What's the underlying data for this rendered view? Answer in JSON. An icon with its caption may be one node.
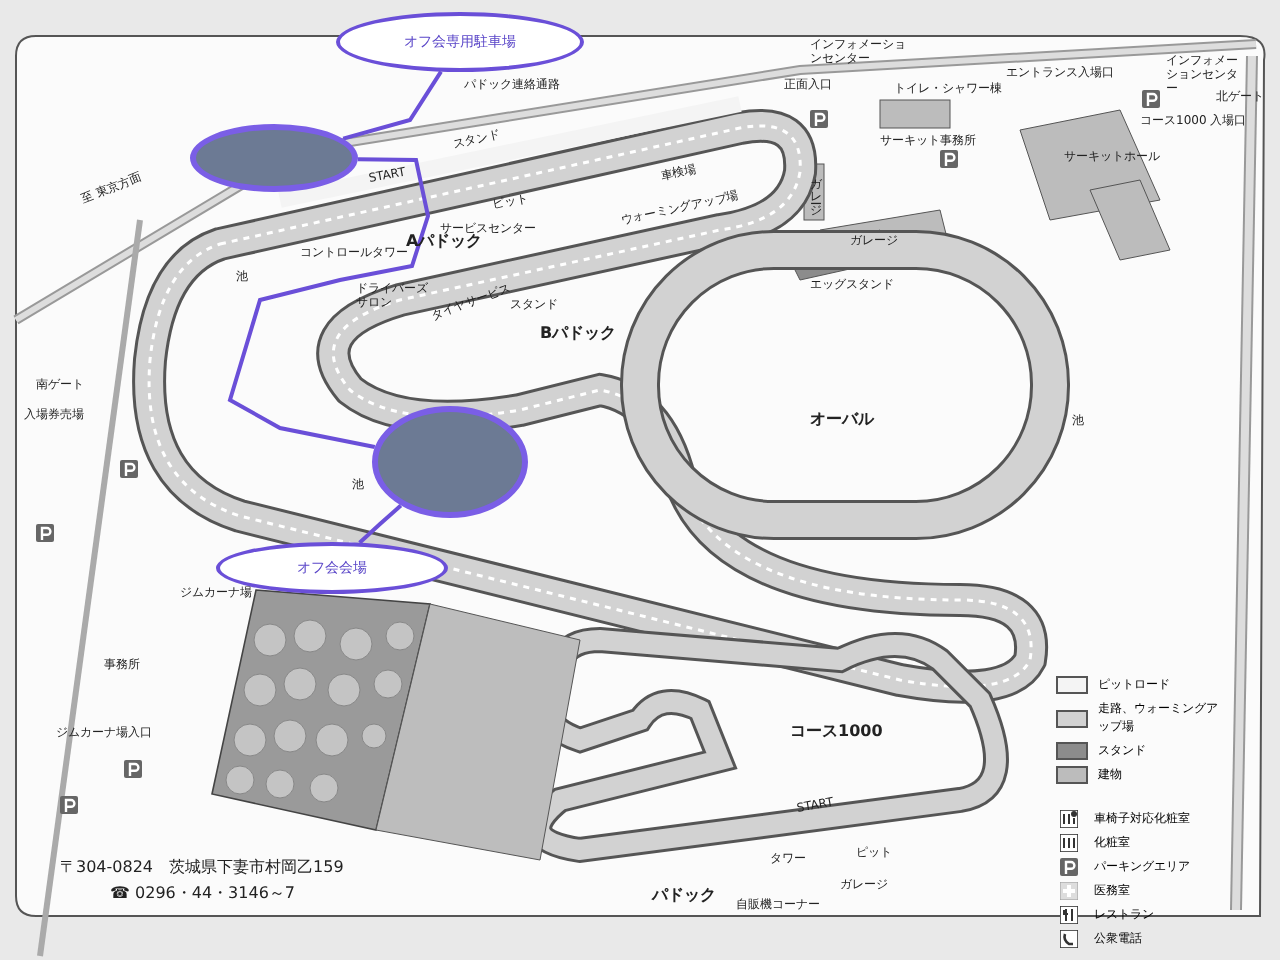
{
  "diagram": {
    "nodes": [
      {
        "text": [
          "オフ会専用駐車場"
        ]
      },
      {
        "text": [],
        "shape": "circle"
      },
      {
        "text": [
          "オフ会会場"
        ]
      },
      {
        "text": [],
        "shape": "circle"
      }
    ],
    "edges": [
      {
        "from": 0,
        "to": 1,
        "arrow": "none"
      },
      {
        "from": 2,
        "to": 3,
        "arrow": "none"
      },
      {
        "from": 1,
        "to": 3,
        "arrow": "none"
      }
    ],
    "labels": [
      "至 東京方面",
      "パドック連絡通路",
      "スタンド",
      "START",
      "ピット",
      "サービスセンター",
      "コントロールタワー",
      "Aパドック",
      "ドライバーズサロン",
      "タイヤサービス",
      "スタンド",
      "Bパドック",
      "車検場",
      "ウォーミングアップ場",
      "池",
      "池",
      "池",
      "正面入口",
      "インフォメーションセンター",
      "トイレ・シャワー棟",
      "エントランス入場口",
      "サーキット事務所",
      "サーキットホール",
      "インフォメーションセンター",
      "北ゲート",
      "コース1000 入場口",
      "ガレージ",
      "エッグスタンド",
      "ガレージ",
      "オーバル",
      "南ゲート",
      "入場券売場",
      "ジムカーナ場",
      "事務所",
      "ジムカーナ場入口",
      "コース1000",
      "START",
      "タワー",
      "ピット",
      "パドック",
      "自販機コーナー",
      "ガレージ",
      "〒304-0824　茨城県下妻市村岡乙159",
      "☎ 0296・44・3146～7"
    ],
    "legend": [
      {
        "text": "ピットロード",
        "color": "#f4f4f4"
      },
      {
        "text": "走路、ウォーミングアップ場",
        "color": "#d2d2d2"
      },
      {
        "text": "スタンド",
        "color": "#8c8c8c"
      },
      {
        "text": "建物",
        "color": "#bcbcbc"
      },
      {
        "text": "車椅子対応化粧室"
      },
      {
        "text": "化粧室"
      },
      {
        "text": "パーキングエリア"
      },
      {
        "text": "医務室"
      },
      {
        "text": "レストラン"
      },
      {
        "text": "公衆電話"
      }
    ]
  }
}
